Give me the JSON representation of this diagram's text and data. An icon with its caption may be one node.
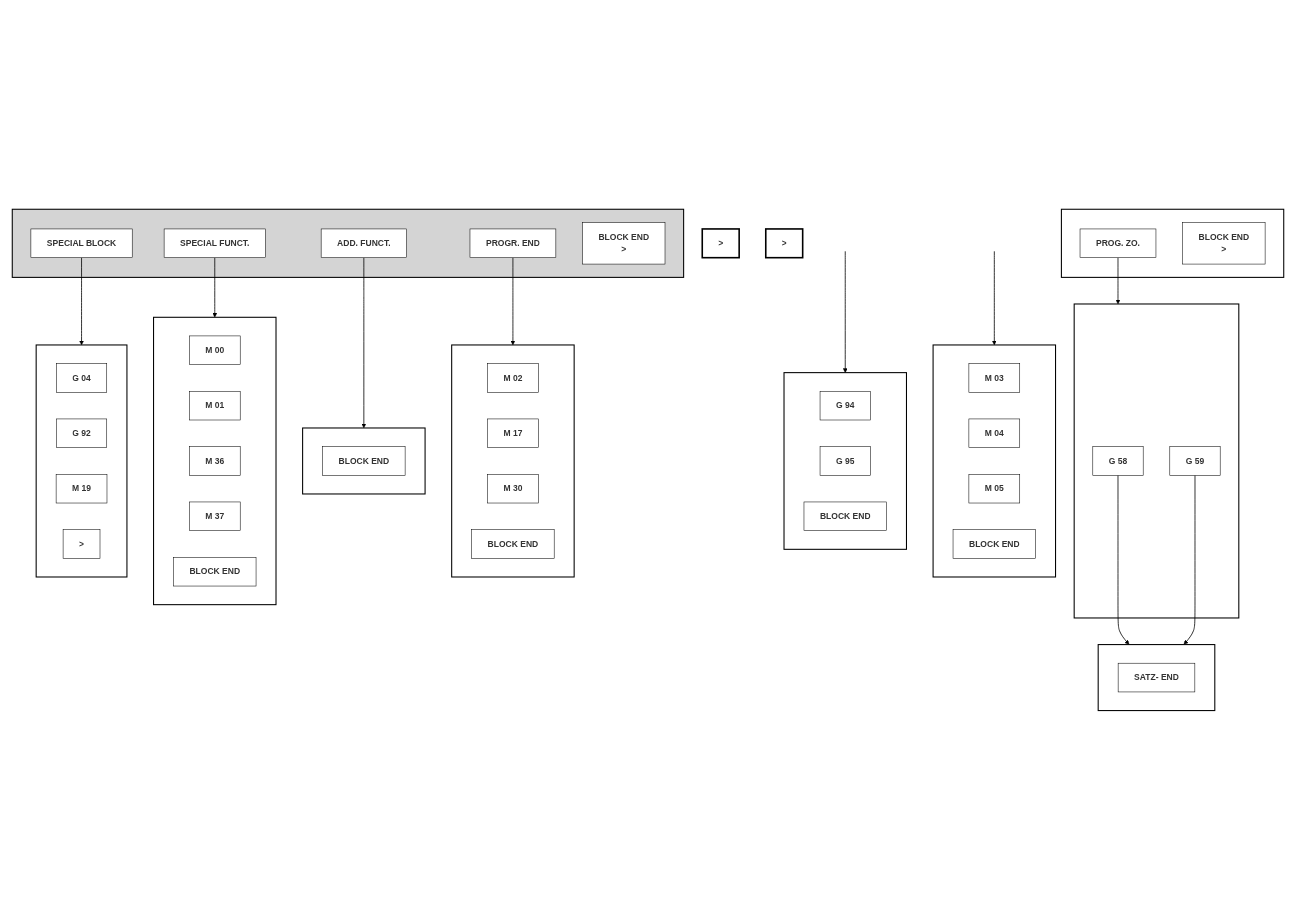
{
  "diagram": {
    "nodes": [
      {
        "text": [
          ">"
        ]
      },
      {
        "text": [],
        "shape": "bar"
      },
      {
        "text": [
          "SPECIAL BLOCK"
        ],
        "in": 1
      },
      {
        "text": [
          "SPECIAL FUNCT."
        ],
        "in": 1
      },
      {
        "text": [
          "ADD. FUNCT."
        ],
        "in": 1
      },
      {
        "text": [
          "PROGR. END"
        ],
        "in": 1
      },
      {
        "text": [
          "BLOCK END",
          ">"
        ],
        "in": 1
      },
      {
        "text": [],
        "shape": "bar"
      },
      {
        "text": [
          "G 04"
        ],
        "in": 7
      },
      {
        "text": [
          "G 92"
        ],
        "in": 7
      },
      {
        "text": [
          "M 19"
        ],
        "in": 7
      },
      {
        "text": [
          ">"
        ],
        "in": 7
      },
      {
        "text": [
          ">"
        ]
      },
      {
        "text": [],
        "shape": "bar"
      },
      {
        "text": [
          "PROG. ZO."
        ],
        "in": 13
      },
      {
        "text": [
          "BLOCK END",
          ">"
        ],
        "in": 13
      },
      {
        "text": [],
        "shape": "bar"
      },
      {
        "text": [
          "G 58"
        ],
        "in": 16
      },
      {
        "text": [
          "G 59"
        ],
        "in": 16
      },
      {
        "text": [],
        "shape": "bar"
      },
      {
        "text": [
          "M 00"
        ],
        "in": 19
      },
      {
        "text": [
          "M 01"
        ],
        "in": 19
      },
      {
        "text": [
          "M 36"
        ],
        "in": 19
      },
      {
        "text": [
          "M 37"
        ],
        "in": 19
      },
      {
        "text": [
          "BLOCK END"
        ],
        "in": 19
      },
      {
        "text": [],
        "shape": "bar"
      },
      {
        "text": [
          "SATZ- END"
        ],
        "in": 25
      },
      {
        "text": [],
        "shape": "bar"
      },
      {
        "text": [
          "BLOCK END"
        ],
        "in": 27
      },
      {
        "text": [],
        "shape": "bar"
      },
      {
        "text": [
          "M 02"
        ],
        "in": 29
      },
      {
        "text": [
          "M 17"
        ],
        "in": 29
      },
      {
        "text": [
          "M 30"
        ],
        "in": 29
      },
      {
        "text": [
          "BLOCK END"
        ],
        "in": 29
      },
      {
        "text": [],
        "shape": "bar"
      },
      {
        "text": [
          "G 94"
        ],
        "in": 34
      },
      {
        "text": [
          "G 95"
        ],
        "in": 34
      },
      {
        "text": [
          "BLOCK END"
        ],
        "in": 34
      },
      {
        "text": [],
        "shape": "bar"
      },
      {
        "text": [
          "M 03"
        ],
        "in": 38
      },
      {
        "text": [
          "M 04"
        ],
        "in": 38
      },
      {
        "text": [
          "M 05"
        ],
        "in": 38
      },
      {
        "text": [
          "BLOCK END"
        ],
        "in": 38
      }
    ],
    "edges": [
      {
        "from": 2,
        "to": 7,
        "arrow": "to"
      },
      {
        "from": 3,
        "to": 19,
        "arrow": "to"
      },
      {
        "from": 4,
        "to": 27,
        "arrow": "to"
      },
      {
        "from": 5,
        "to": 29,
        "arrow": "to"
      },
      {
        "from": 14,
        "to": 16,
        "arrow": "to"
      },
      {
        "from": 17,
        "to": 25,
        "arrow": "to"
      },
      {
        "from": 18,
        "to": 25,
        "arrow": "to"
      },
      {
        "from": null,
        "to": 34,
        "arrow": "to"
      },
      {
        "from": null,
        "to": 38,
        "arrow": "to"
      }
    ]
  }
}
